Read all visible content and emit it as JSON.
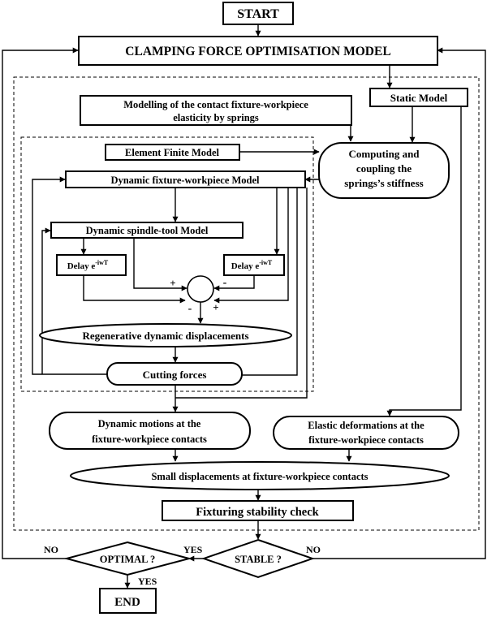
{
  "nodes": {
    "start": "START",
    "clamping": "CLAMPING FORCE OPTIMISATION MODEL",
    "modelling_1": "Modelling of the contact fixture-workpiece",
    "modelling_2": "elasticity by springs",
    "static_model": "Static Model",
    "element_finite": "Element Finite Model",
    "computing_1": "Computing and",
    "computing_2": "coupling the",
    "computing_3": "springs’s stiffness",
    "dynamic_fw": "Dynamic fixture-workpiece Model",
    "dynamic_st": "Dynamic spindle-tool Model",
    "delay": "Delay e",
    "delay_exp": "-iwT",
    "regenerative": "Regenerative dynamic displacements",
    "cutting": "Cutting forces",
    "dyn_motions_1": "Dynamic motions at the",
    "dyn_motions_2": "fixture-workpiece contacts",
    "elastic_1": "Elastic deformations at the",
    "elastic_2": "fixture-workpiece contacts",
    "small": "Small displacements at fixture-workpiece contacts",
    "fixturing": "Fixturing stability check",
    "optimal": "OPTIMAL ?",
    "stable": "STABLE ?",
    "end": "END"
  },
  "labels": {
    "yes": "YES",
    "no": "NO",
    "plus": "+",
    "minus": "-"
  }
}
